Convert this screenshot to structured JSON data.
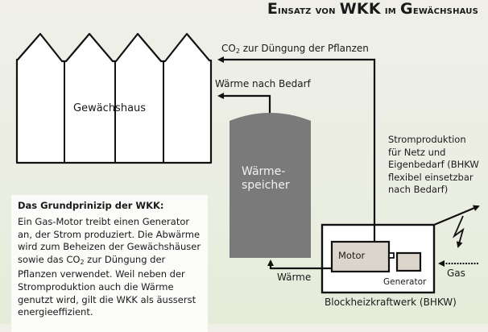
{
  "title": {
    "first_letter": "E",
    "rest_1": "insatz von",
    "acronym": "WKK",
    "rest_2": "im",
    "place_first": "G",
    "place_rest": "ewächshaus"
  },
  "nodes": {
    "greenhouse": "Gewächshaus",
    "storage_line1": "Wärme-",
    "storage_line2": "speicher",
    "motor": "Motor",
    "generator": "Generator",
    "bhkw": "Blockheizkraftwerk (BHKW)"
  },
  "flows": {
    "co2_prefix": "CO",
    "co2_sub": "2",
    "co2_suffix": " zur Düngung der Pflanzen",
    "heat_on_demand": "Wärme nach Bedarf",
    "heat": "Wärme",
    "gas": "Gas",
    "power_lines": [
      "Stromproduktion",
      "für Netz und",
      "Eigenbedarf (BHKW",
      "flexibel einsetzbar",
      "nach Bedarf)"
    ]
  },
  "info": {
    "heading": "Das Grundprinizip der WKK:",
    "body_part1": "Ein Gas-Motor treibt einen Generator an, der Strom produziert. Die Abwärme wird zum Beheizen der Gewächshäuser sowie das CO",
    "body_sub": "2",
    "body_part2": " zur Düngung der Pflanzen verwendet. Weil neben der Stromproduktion auch die Wärme genutzt wird, gilt die WKK als äusserst energieeffizient."
  },
  "colors": {
    "background": "#eceee4",
    "tank": "#7a7a7a",
    "motor_fill": "#dcd5cc",
    "line": "#111111"
  }
}
